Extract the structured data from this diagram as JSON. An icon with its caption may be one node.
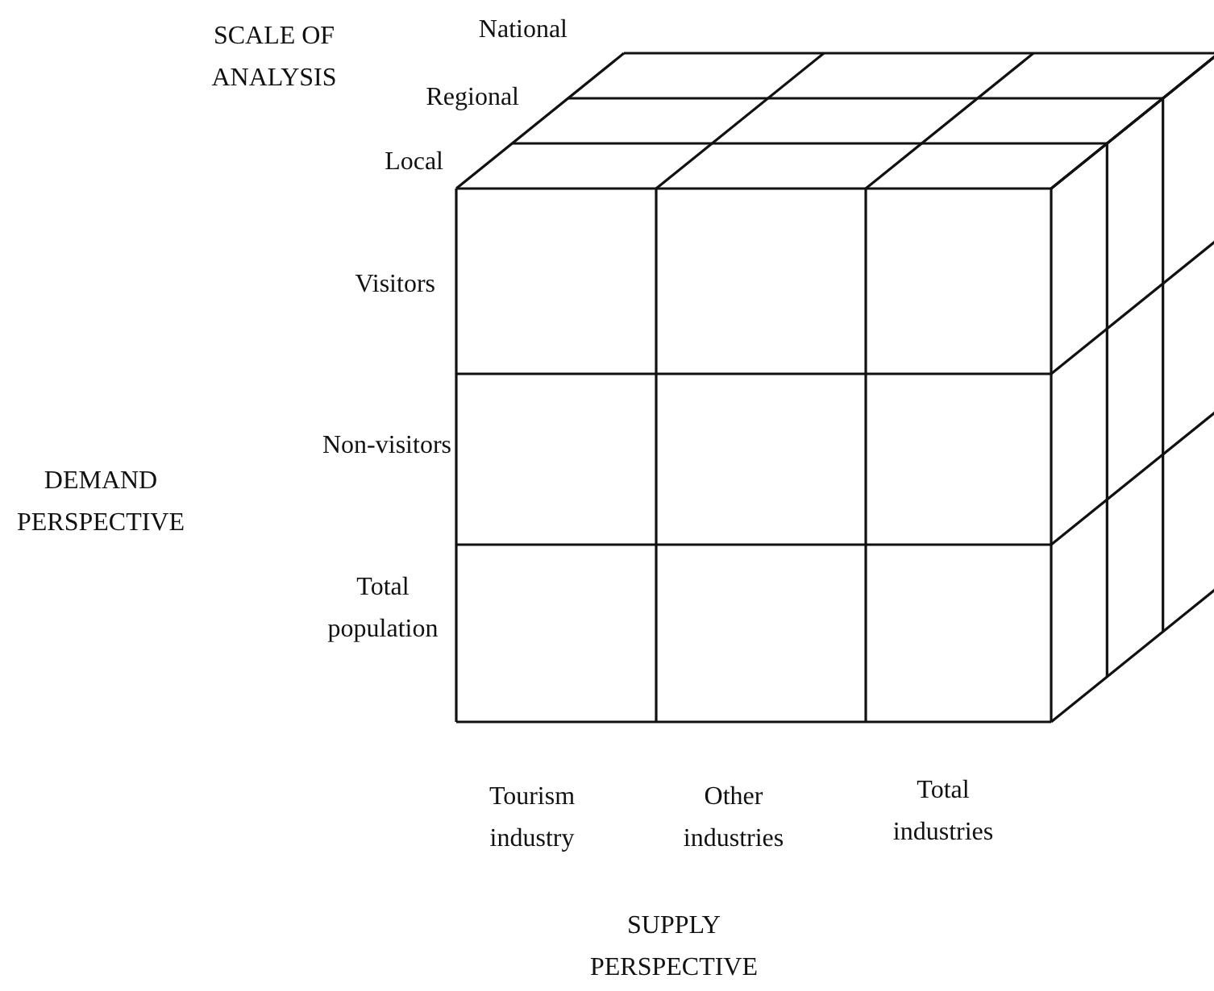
{
  "diagram": {
    "labels": [
      "National",
      "SCALE OF ANALYSIS",
      "Regional",
      "Local",
      "Visitors",
      "Non-visitors",
      "DEMAND PERSPECTIVE",
      "Total population",
      "Tourism industry",
      "Other industries",
      "Total industries",
      "SUPPLY PERSPECTIVE"
    ]
  }
}
